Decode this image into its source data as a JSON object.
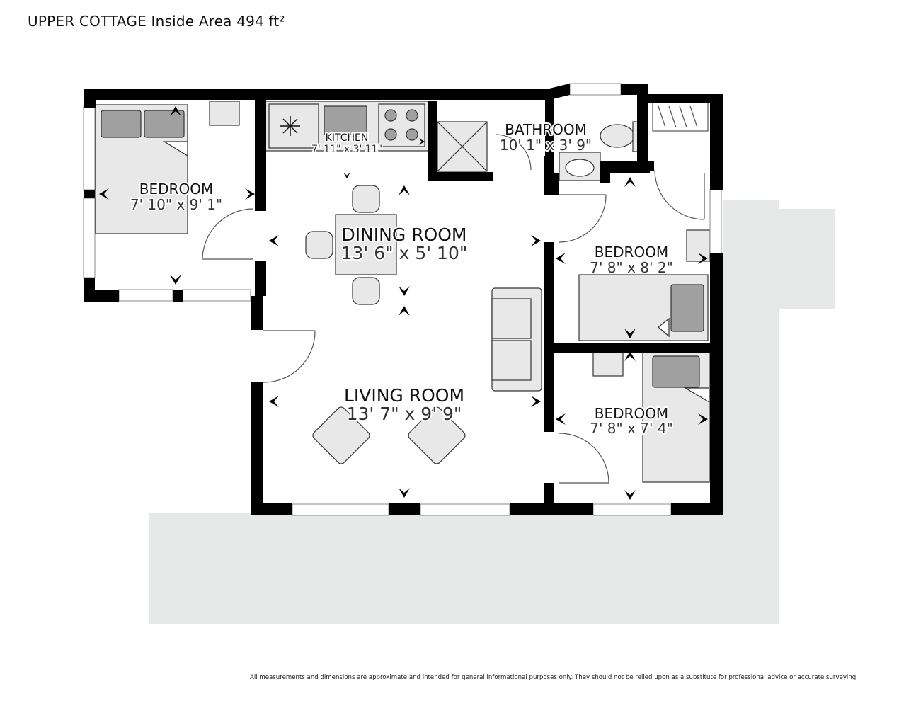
{
  "title": "UPPER COTTAGE Inside Area 494 ft²",
  "disclaimer": "All measurements and dimensions are approximate and intended for general informational purposes only. They should not be relied upon as a substitute for professional advice or accurate surveying.",
  "rooms": {
    "bedroom_left": {
      "name": "BEDROOM",
      "dims": "7' 10\" x 9' 1\""
    },
    "kitchen": {
      "name": "KITCHEN",
      "dims": "7' 11\" x 3' 11\""
    },
    "dining": {
      "name": "DINING ROOM",
      "dims": "13' 6\" x 5' 10\""
    },
    "bathroom": {
      "name": "BATHROOM",
      "dims": "10' 1\" x 3' 9\""
    },
    "bedroom_mid": {
      "name": "BEDROOM",
      "dims": "7' 8\" x 8' 2\""
    },
    "living": {
      "name": "LIVING ROOM",
      "dims": "13' 7\" x 9' 9\""
    },
    "bedroom_low": {
      "name": "BEDROOM",
      "dims": "7' 8\" x 7' 4\""
    }
  },
  "colors": {
    "wall": "#000000",
    "deck": "#e6e7e7",
    "furniture": "#a0a0a0",
    "furniture_light": "#e8e8e8"
  }
}
